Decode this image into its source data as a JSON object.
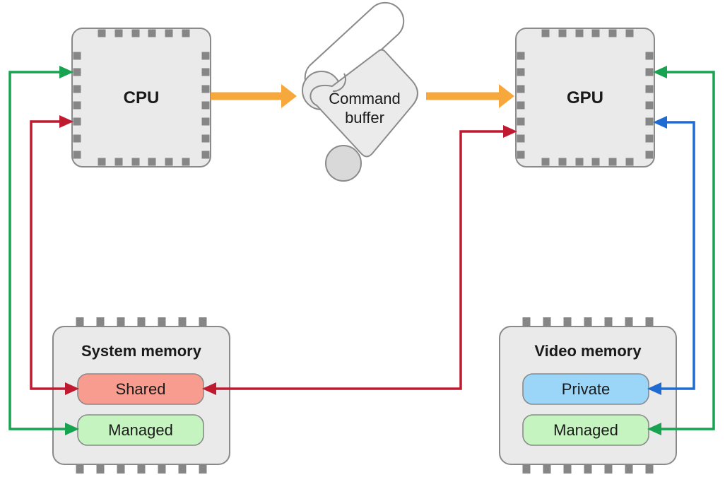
{
  "nodes": {
    "cpu": {
      "label": "CPU"
    },
    "gpu": {
      "label": "GPU"
    },
    "command_buffer": {
      "line1": "Command",
      "line2": "buffer"
    },
    "system_memory": {
      "title": "System memory",
      "modes": [
        {
          "label": "Shared"
        },
        {
          "label": "Managed"
        }
      ]
    },
    "video_memory": {
      "title": "Video memory",
      "modes": [
        {
          "label": "Private"
        },
        {
          "label": "Managed"
        }
      ]
    }
  },
  "colors": {
    "chip_fill": "#EAEAEA",
    "chip_stroke": "#8A8A8A",
    "pin": "#868686",
    "shared_fill": "#F79C8F",
    "managed_fill": "#C6F4C0",
    "private_fill": "#9BD5F8",
    "arrow_green": "#17A350",
    "arrow_red": "#C01A30",
    "arrow_blue": "#1E6BD3",
    "arrow_orange": "#F6A83C",
    "scroll_fill": "#EBEBEB",
    "scroll_roll": "#D9D9D9",
    "scroll_back": "#FFFFFF",
    "text": "#1A1A1A"
  }
}
